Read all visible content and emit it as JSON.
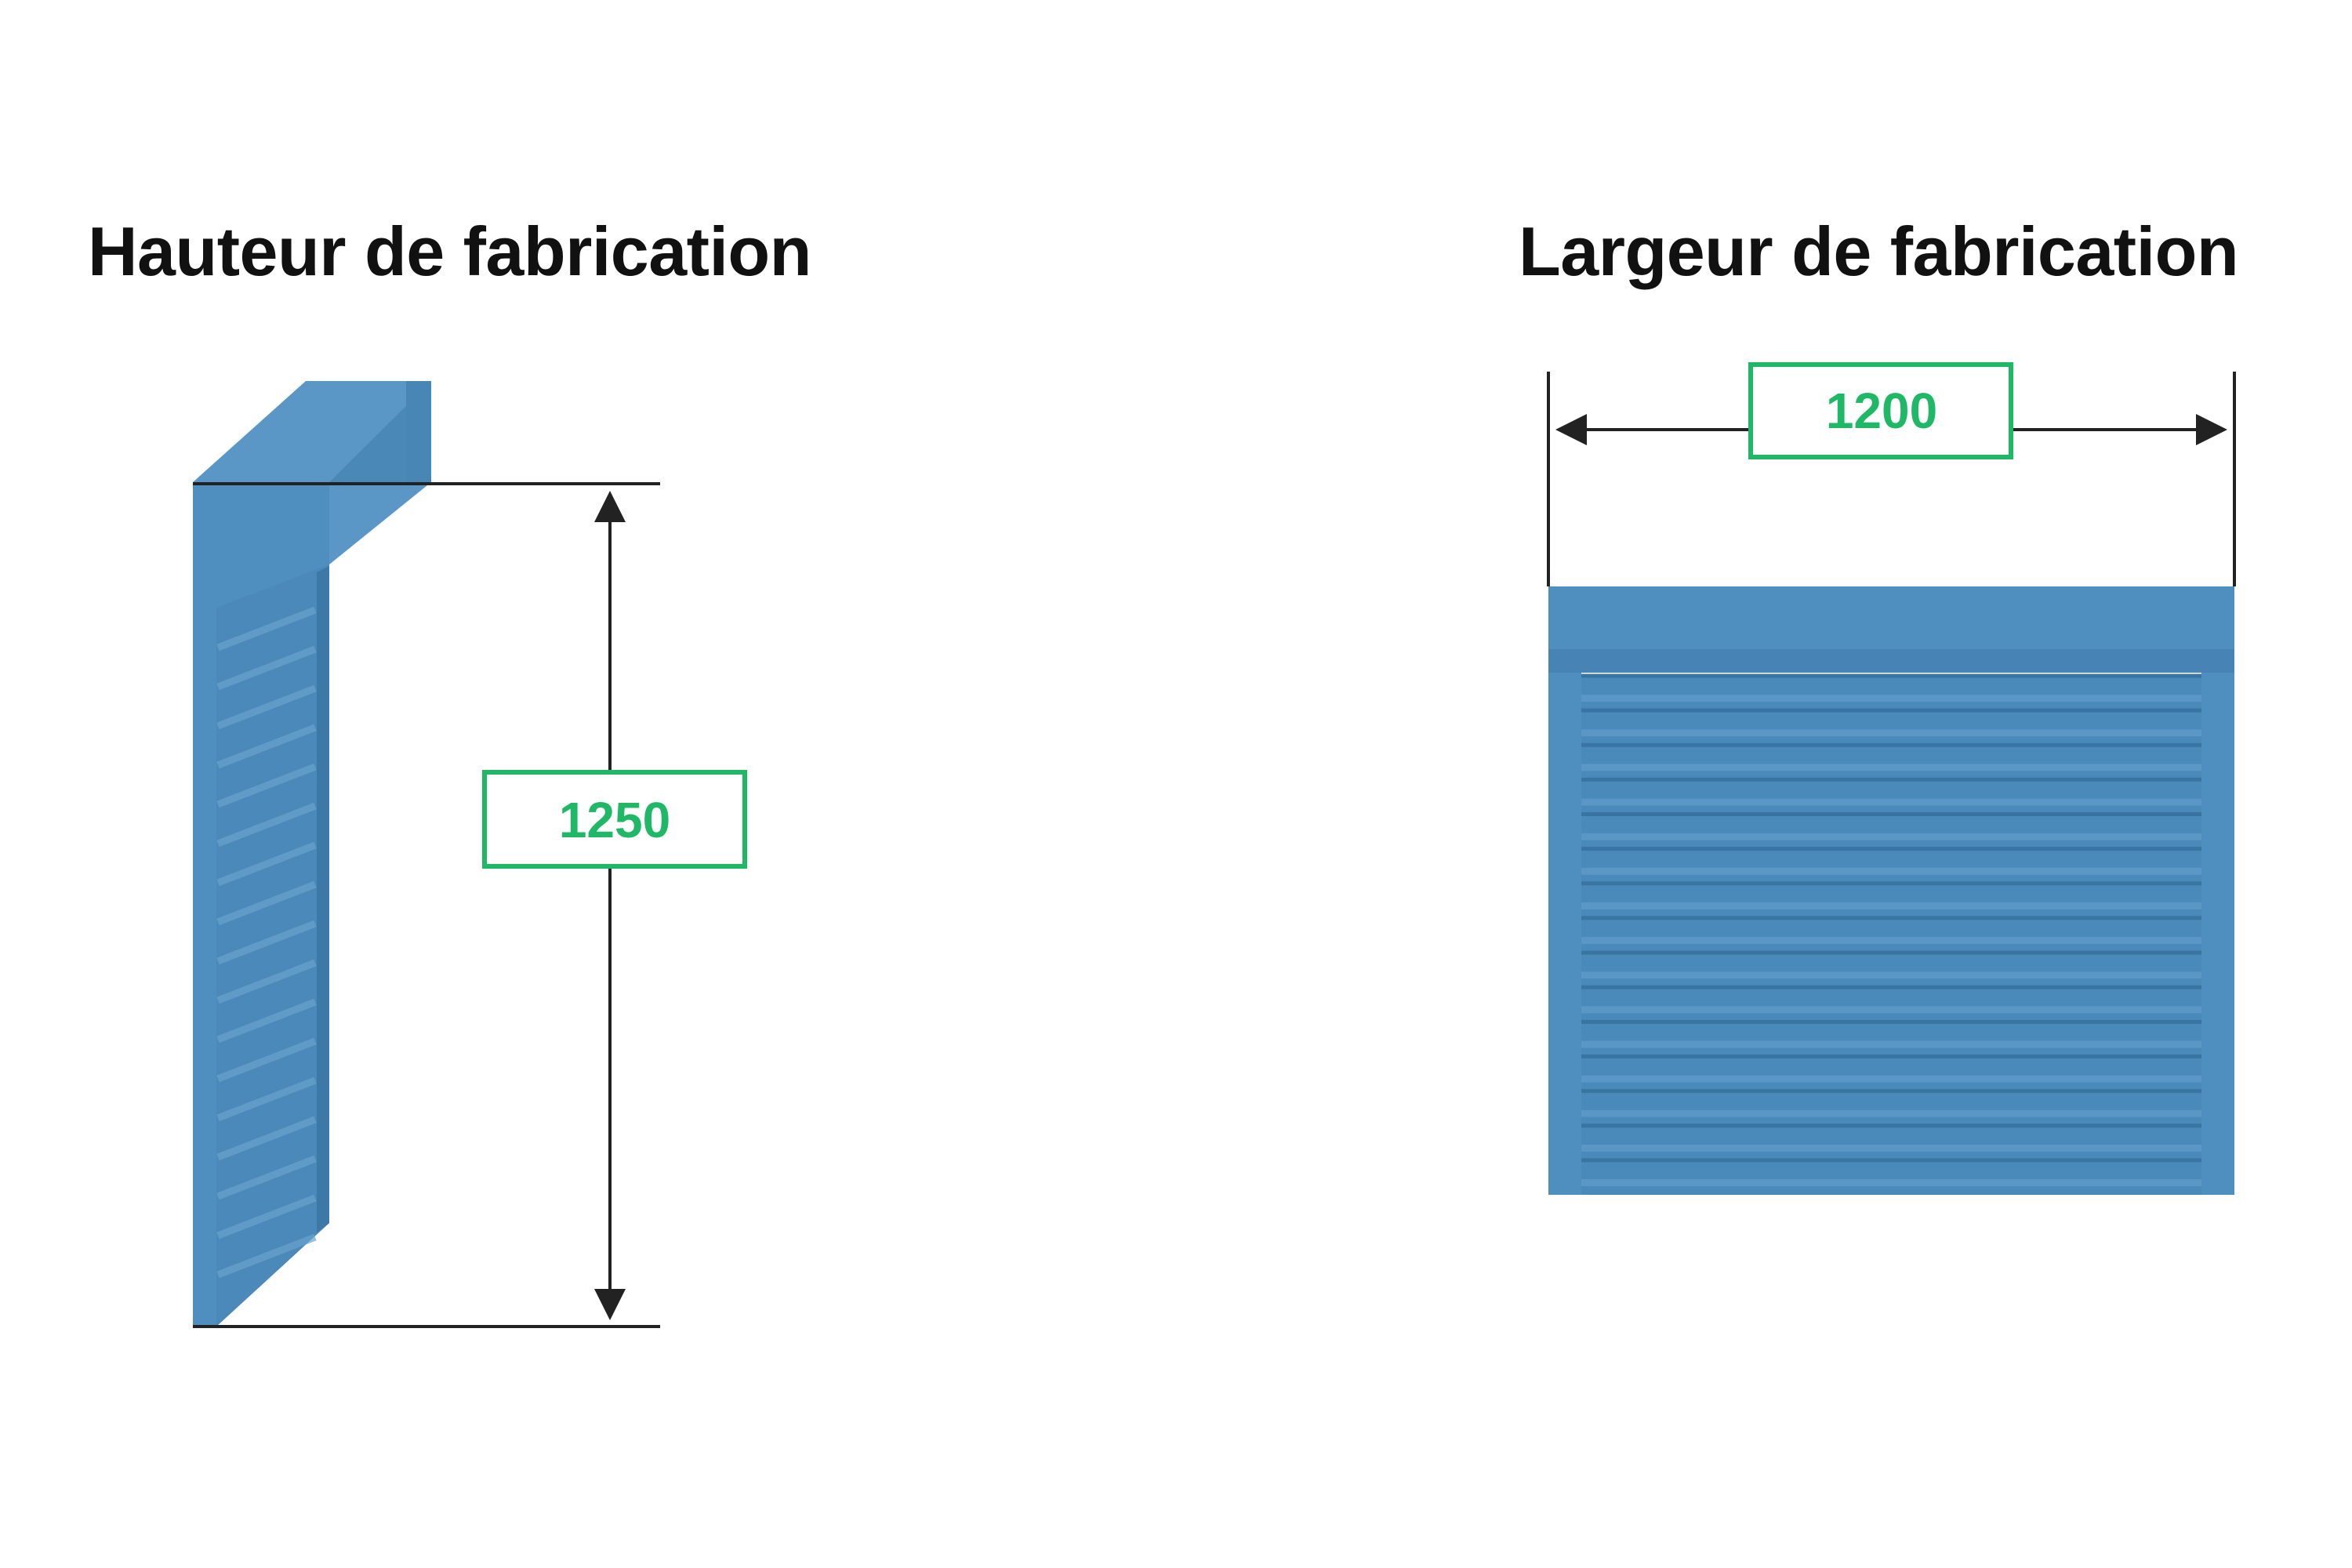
{
  "titles": {
    "height": "Hauteur de fabrication",
    "width": "Largeur de fabrication"
  },
  "dimensions": {
    "height_value": "1250",
    "width_value": "1200"
  },
  "colors": {
    "shutter_main": "#4f8fc0",
    "shutter_dark": "#3f7cab",
    "shutter_light": "#6aa3cf",
    "slat_line": "#3a74a2",
    "dimension_line": "#222222",
    "label_border": "#1fb866",
    "label_text": "#1fb866",
    "title_text": "#111111"
  }
}
